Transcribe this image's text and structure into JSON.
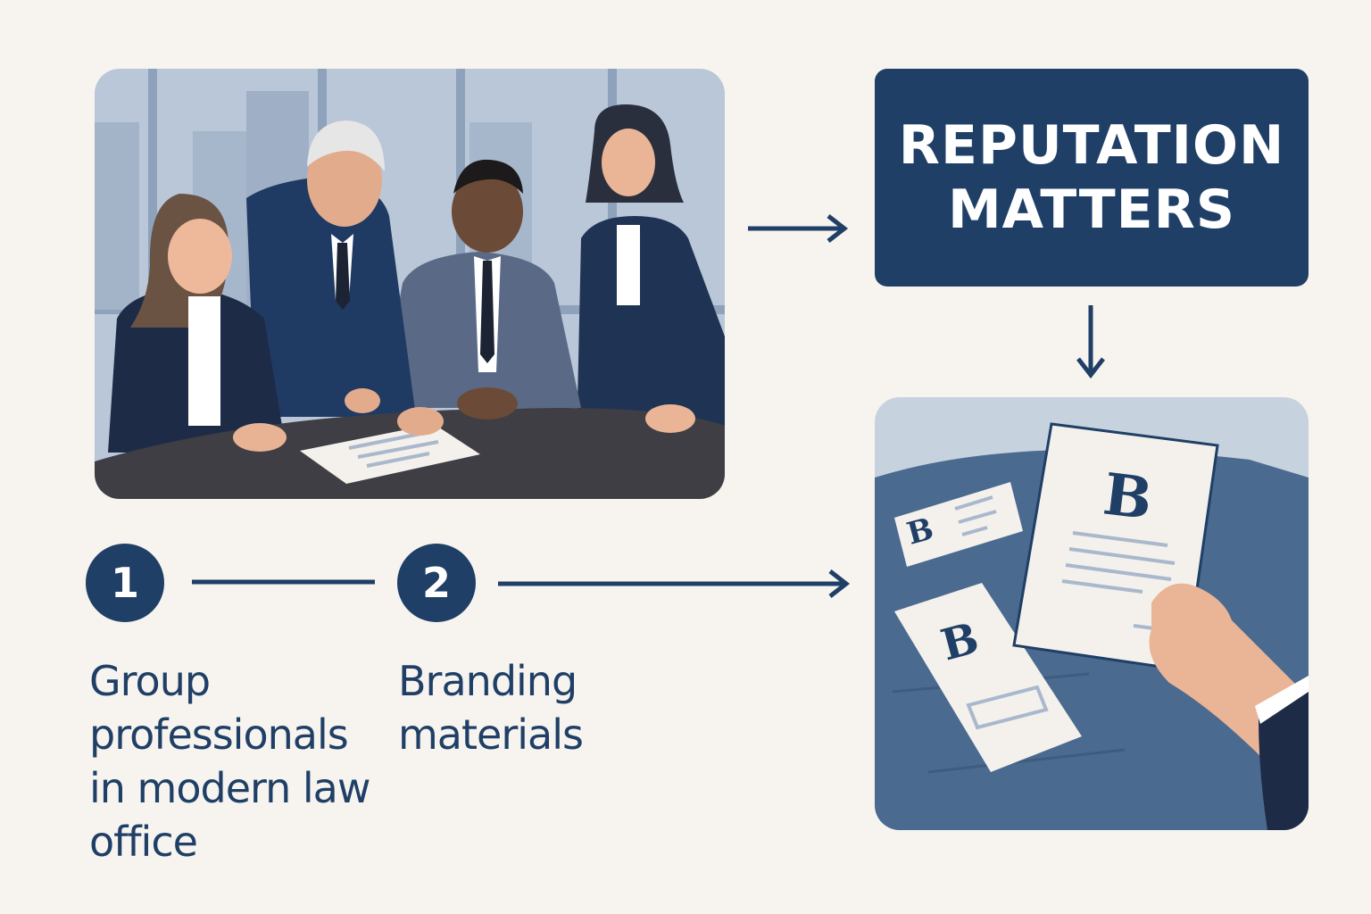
{
  "title": {
    "line1": "REPUTATION",
    "line2": "MATTERS"
  },
  "steps": [
    {
      "number": "1",
      "label": "Group professionals in modern law office"
    },
    {
      "number": "2",
      "label": "Branding materials"
    }
  ],
  "documents": {
    "card_letter": "B",
    "letterhead_letter": "B",
    "slip_letter": "B"
  },
  "colors": {
    "navy": "#1f3f66",
    "background": "#f7f4ef",
    "slate": "#4b6a8f"
  },
  "icons": [
    "arrow-right-icon",
    "arrow-down-icon"
  ]
}
